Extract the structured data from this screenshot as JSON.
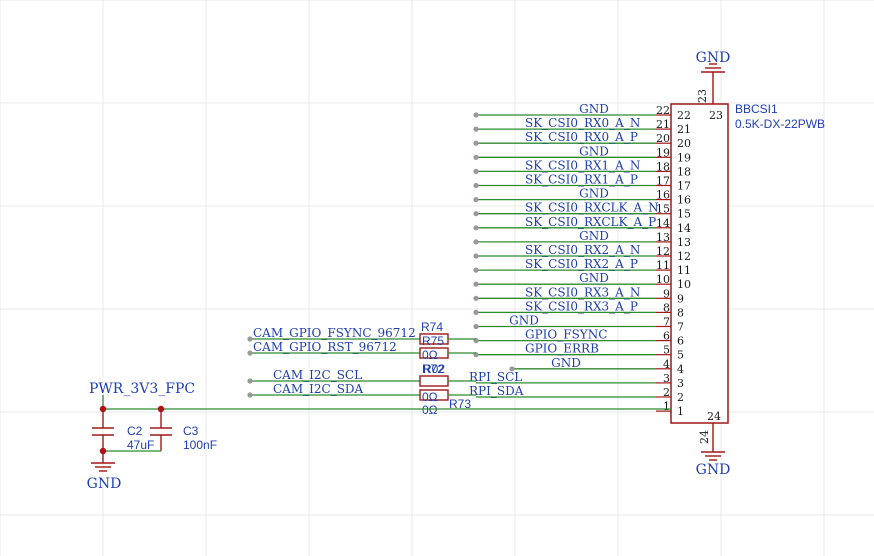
{
  "grid_color": "#e9e9e9",
  "colors": {
    "wire": "#2e8b2e",
    "component": "#a01818",
    "text": "#1f3fae",
    "junction": "#b01010"
  },
  "connector": {
    "designator": "BBCSI1",
    "part": "0.5K-DX-22PWB",
    "shield_pins": [
      "23",
      "24"
    ],
    "top_gnd": "GND",
    "bottom_gnd": "GND"
  },
  "pins": [
    {
      "num": "22",
      "net": "GND"
    },
    {
      "num": "21",
      "net": "SK_CSI0_RX0_A_N"
    },
    {
      "num": "20",
      "net": "SK_CSI0_RX0_A_P"
    },
    {
      "num": "19",
      "net": "GND"
    },
    {
      "num": "18",
      "net": "SK_CSI0_RX1_A_N"
    },
    {
      "num": "17",
      "net": "SK_CSI0_RX1_A_P"
    },
    {
      "num": "16",
      "net": "GND"
    },
    {
      "num": "15",
      "net": "SK_CSI0_RXCLK_A_N"
    },
    {
      "num": "14",
      "net": "SK_CSI0_RXCLK_A_P"
    },
    {
      "num": "13",
      "net": "GND"
    },
    {
      "num": "12",
      "net": "SK_CSI0_RX2_A_N"
    },
    {
      "num": "11",
      "net": "SK_CSI0_RX2_A_P"
    },
    {
      "num": "10",
      "net": "GND"
    },
    {
      "num": "9",
      "net": "SK_CSI0_RX3_A_N"
    },
    {
      "num": "8",
      "net": "SK_CSI0_RX3_A_P"
    },
    {
      "num": "7",
      "net": "GND"
    },
    {
      "num": "6",
      "net": "GPIO_FSYNC"
    },
    {
      "num": "5",
      "net": "GPIO_ERRB"
    },
    {
      "num": "4",
      "net": "GND"
    },
    {
      "num": "3",
      "net": "RPI_SCL"
    },
    {
      "num": "2",
      "net": "RPI_SDA"
    },
    {
      "num": "1",
      "net": ""
    }
  ],
  "left_nets": {
    "fsync": "CAM_GPIO_FSYNC_96712",
    "rst": "CAM_GPIO_RST_96712",
    "scl": "CAM_I2C_SCL",
    "sda": "CAM_I2C_SDA"
  },
  "resistors": {
    "r74": {
      "ref": "R74",
      "value": ""
    },
    "r75": {
      "ref": "R75",
      "value": "0Ω"
    },
    "r72": {
      "ref": "R72",
      "value": "0Ω"
    },
    "r02": {
      "ref": "R02",
      "value": "0Ω"
    },
    "r73": {
      "ref": "R73",
      "value": "0Ω"
    }
  },
  "power": {
    "rail": "PWR_3V3_FPC",
    "gnd": "GND"
  },
  "capacitors": [
    {
      "ref": "C2",
      "value": "47uF"
    },
    {
      "ref": "C3",
      "value": "100nF"
    }
  ]
}
